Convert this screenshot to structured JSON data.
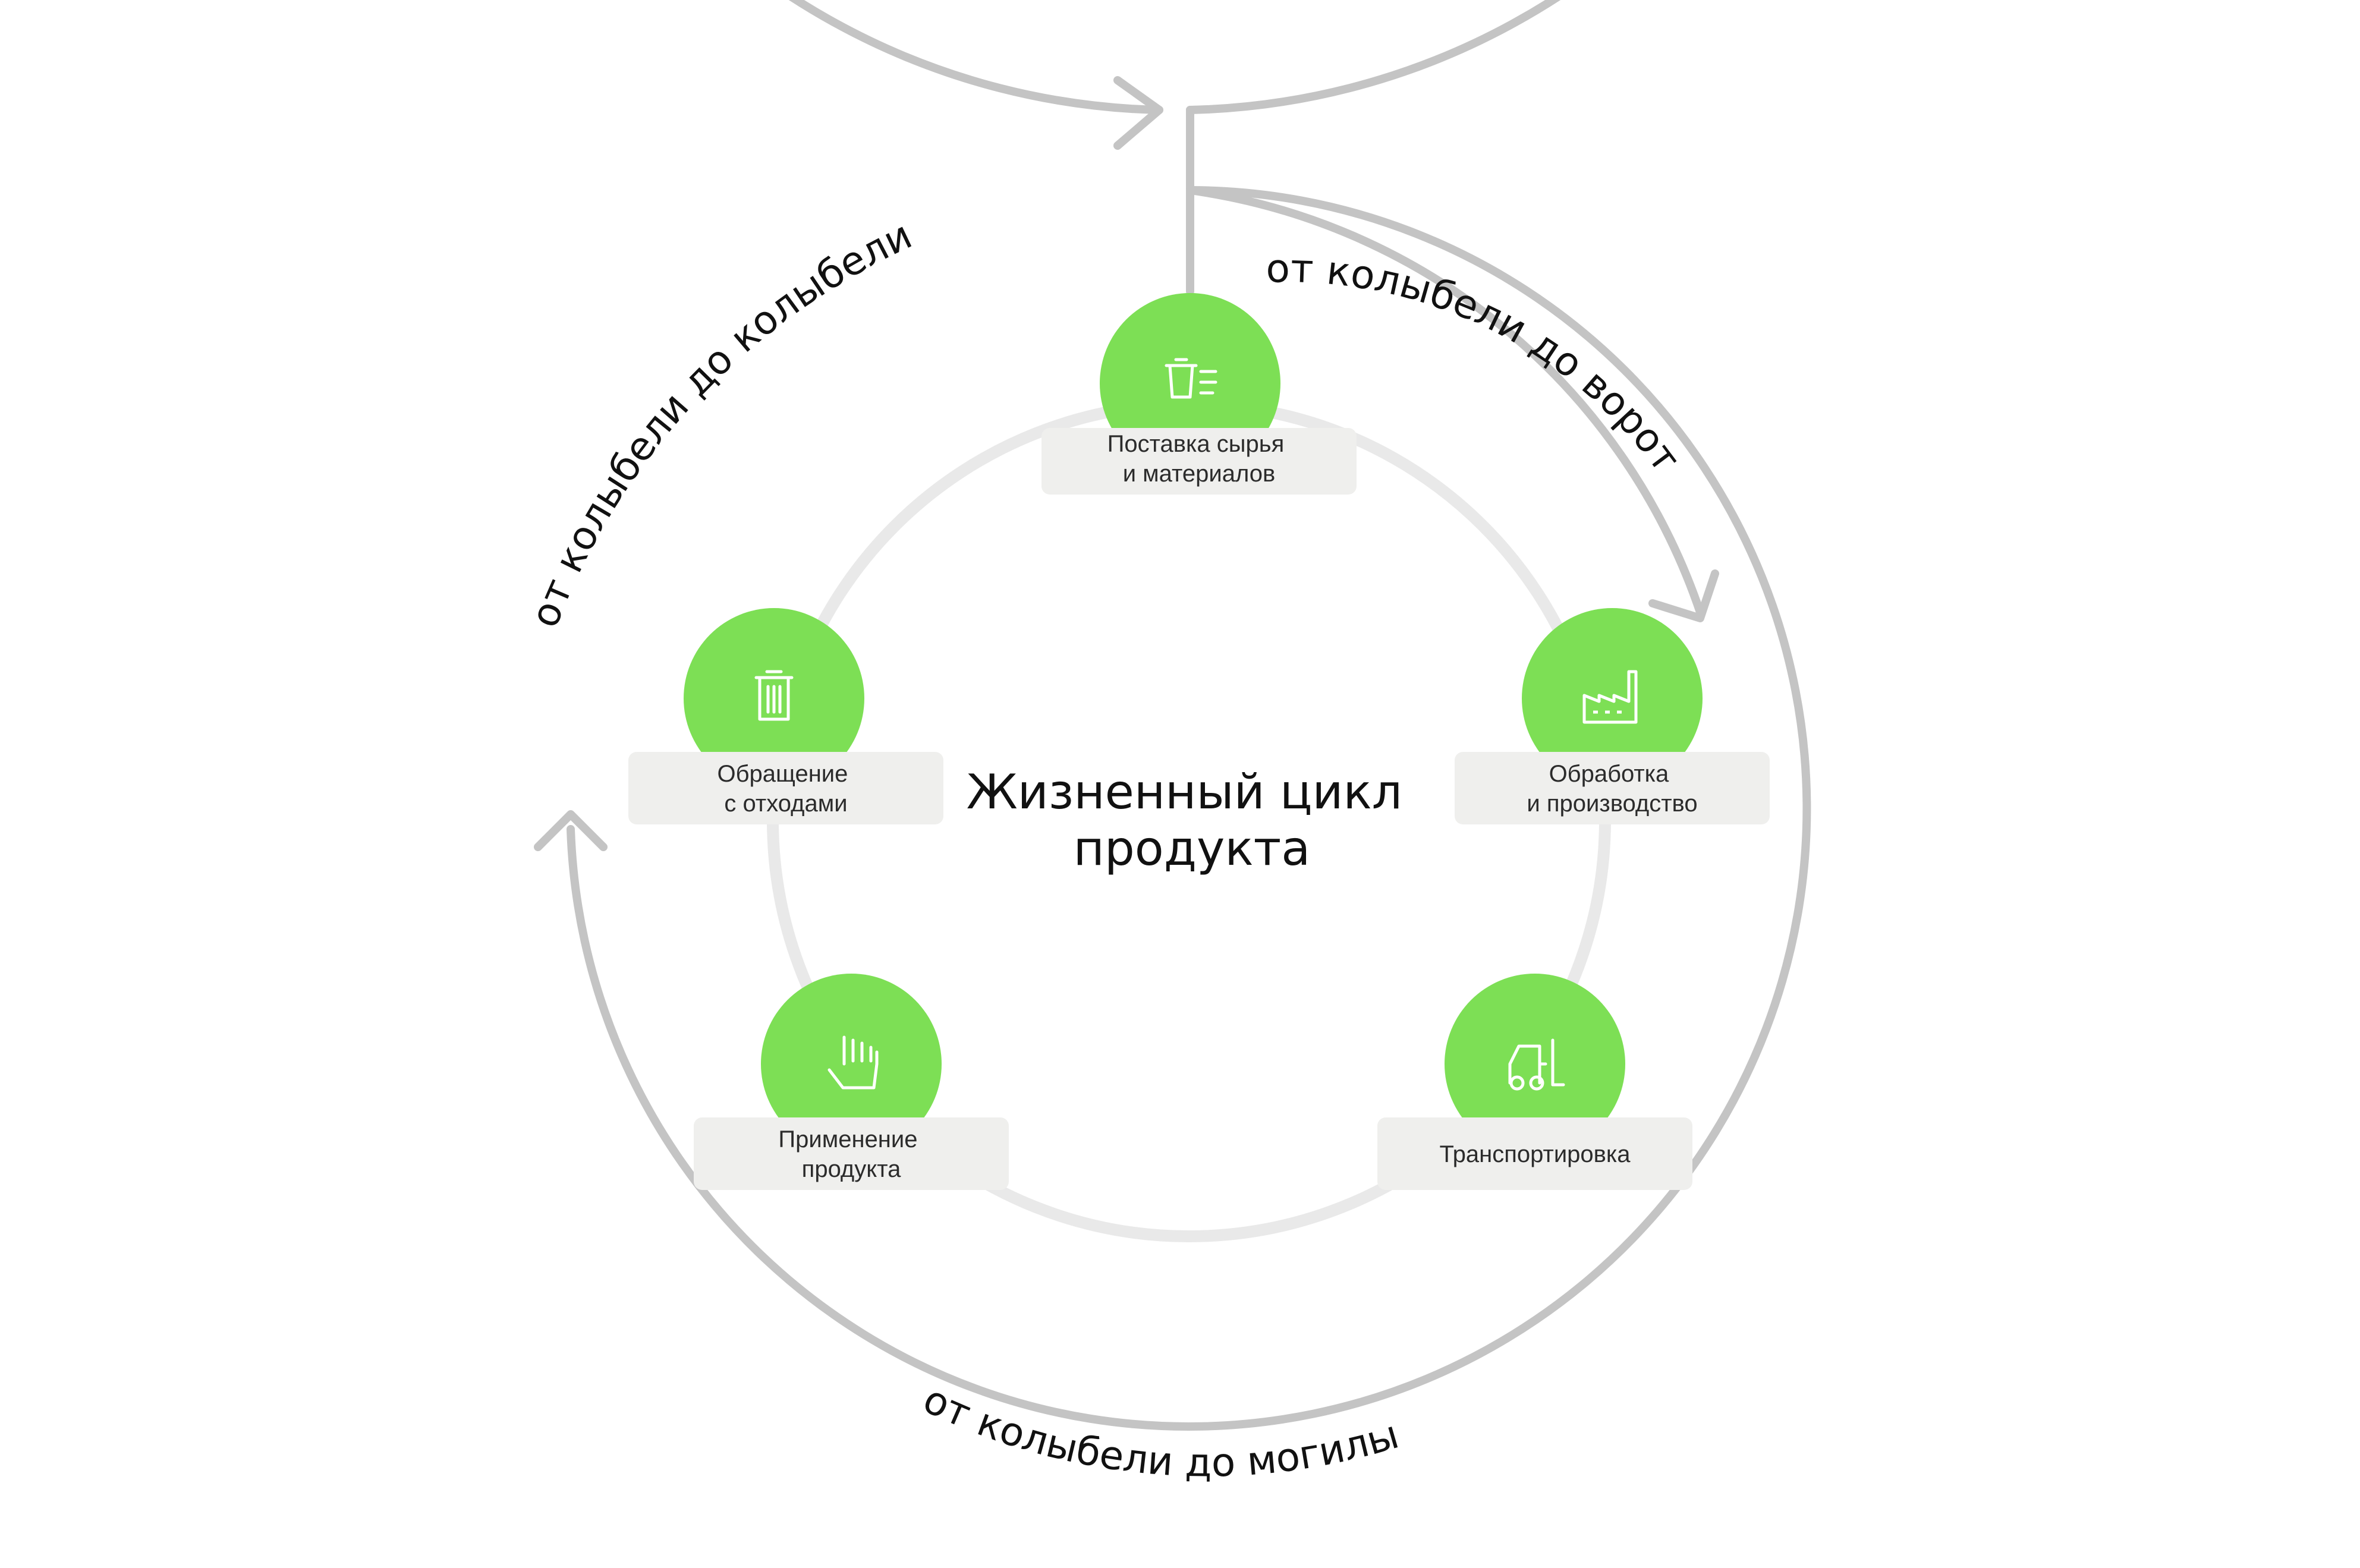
{
  "title": {
    "line1": "Жизненный цикл",
    "line2": "продукта"
  },
  "arcs": {
    "cradle_to_cradle": "от колыбели до колыбели",
    "cradle_to_gate": "от колыбели до ворот",
    "cradle_to_grave": "от колыбели до могилы"
  },
  "stages": [
    {
      "icon": "raw-materials-icon",
      "line1": "Поставка сырья",
      "line2": "и материалов"
    },
    {
      "icon": "factory-icon",
      "line1": "Обработка",
      "line2": "и производство"
    },
    {
      "icon": "forklift-icon",
      "line1": "Транспортировка",
      "line2": ""
    },
    {
      "icon": "hand-icon",
      "line1": "Применение",
      "line2": "продукта"
    },
    {
      "icon": "trash-bin-icon",
      "line1": "Обращение",
      "line2": "с отходами"
    }
  ],
  "colors": {
    "accent_green": "#7ddf55",
    "arrow_gray": "#c4c4c4",
    "inner_ring": "#e9e9e9",
    "label_bg": "#efefed",
    "text_dark": "#111111"
  }
}
